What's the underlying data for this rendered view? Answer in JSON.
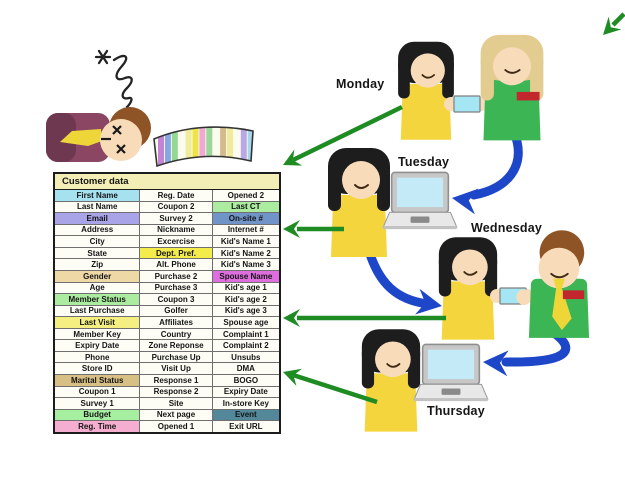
{
  "table": {
    "title": "Customer data",
    "rows": [
      [
        {
          "label": "First Name",
          "bg": "#a6e1f0"
        },
        {
          "label": "Reg. Date"
        },
        {
          "label": "Opened 2"
        }
      ],
      [
        {
          "label": "Last Name"
        },
        {
          "label": "Coupon 2"
        },
        {
          "label": "Last CT",
          "bg": "#aceca0"
        }
      ],
      [
        {
          "label": "Email",
          "bg": "#a9a3e8"
        },
        {
          "label": "Survey 2"
        },
        {
          "label": "On-site #",
          "bg": "#7093c8"
        }
      ],
      [
        {
          "label": "Address"
        },
        {
          "label": "Nickname"
        },
        {
          "label": "Internet #"
        }
      ],
      [
        {
          "label": "City"
        },
        {
          "label": "Excercise"
        },
        {
          "label": "Kid's Name 1"
        }
      ],
      [
        {
          "label": "State"
        },
        {
          "label": "Dept. Pref.",
          "bg": "#f4ec4a"
        },
        {
          "label": "Kid's Name 2"
        }
      ],
      [
        {
          "label": "Zip"
        },
        {
          "label": "Alt. Phone"
        },
        {
          "label": "Kid's Name 3"
        }
      ],
      [
        {
          "label": "Gender",
          "bg": "#edd8a6"
        },
        {
          "label": "Purchase 2"
        },
        {
          "label": "Spouse Name",
          "bg": "#de6ede"
        }
      ],
      [
        {
          "label": "Age"
        },
        {
          "label": "Purchase 3"
        },
        {
          "label": "Kid's age 1"
        }
      ],
      [
        {
          "label": "Member Status",
          "bg": "#aceca0"
        },
        {
          "label": "Coupon 3"
        },
        {
          "label": "Kid's age 2"
        }
      ],
      [
        {
          "label": "Last Purchase"
        },
        {
          "label": "Golfer"
        },
        {
          "label": "Kid's age 3"
        }
      ],
      [
        {
          "label": "Last Visit",
          "bg": "#f4ef80"
        },
        {
          "label": "Affiliates"
        },
        {
          "label": "Spouse age"
        }
      ],
      [
        {
          "label": "Member Key"
        },
        {
          "label": "Country"
        },
        {
          "label": "Complaint 1"
        }
      ],
      [
        {
          "label": "Expiry Date"
        },
        {
          "label": "Zone Reponse"
        },
        {
          "label": "Complaint 2"
        }
      ],
      [
        {
          "label": "Phone"
        },
        {
          "label": "Purchase Up"
        },
        {
          "label": "Unsubs"
        }
      ],
      [
        {
          "label": "Store ID"
        },
        {
          "label": "Visit Up"
        },
        {
          "label": "DMA"
        }
      ],
      [
        {
          "label": "Marital Status",
          "bg": "#d8c084"
        },
        {
          "label": "Response 1"
        },
        {
          "label": "BOGO"
        }
      ],
      [
        {
          "label": "Coupon 1"
        },
        {
          "label": "Response 2"
        },
        {
          "label": "Expiry Date"
        }
      ],
      [
        {
          "label": "Survey 1"
        },
        {
          "label": "Site"
        },
        {
          "label": "In-store Key"
        }
      ],
      [
        {
          "label": "Budget",
          "bg": "#a6efa0"
        },
        {
          "label": "Next page"
        },
        {
          "label": "Event",
          "bg": "#53889b"
        }
      ],
      [
        {
          "label": "Reg. Time",
          "bg": "#f6aed0"
        },
        {
          "label": "Opened 1"
        },
        {
          "label": "Exit URL"
        }
      ]
    ]
  },
  "days": [
    {
      "label": "Monday"
    },
    {
      "label": "Tuesday"
    },
    {
      "label": "Wednesday"
    },
    {
      "label": "Thursday"
    }
  ],
  "decor": {
    "banner_stripes": [
      "#c583d6",
      "#86a7e3",
      "#92d892",
      "#fbfbef",
      "#f1ec9b",
      "#ece544",
      "#f0a8d4",
      "#9ad89a",
      "#fbfbef",
      "#d3bb8c",
      "#f1ec9b",
      "#fbfbef",
      "#b9a7e6",
      "#a5d8ea"
    ]
  },
  "colors": {
    "green_arrow": "#1e8c23",
    "blue_arrow": "#1d47c8",
    "shirt_yellow": "#f5d53e",
    "shirt_green": "#3cb554",
    "skin": "#f8dcba",
    "hair_black": "#1d1d1d",
    "hair_blonde": "#e3cc8f",
    "hair_brown": "#8f5426",
    "badge_red": "#c1272d",
    "tie_yellow": "#efd638",
    "card_blue": "#a5e6f4",
    "laptop_screen": "#c4eaf8",
    "table_header_bg": "#f3eeb6"
  }
}
